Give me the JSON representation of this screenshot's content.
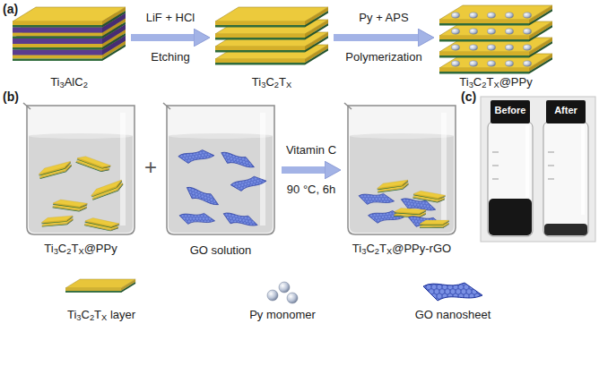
{
  "diagram": {
    "nodes": [
      {
        "text": [
          "Ti3AlC2"
        ]
      },
      {
        "text": [
          "Ti3C2TX"
        ]
      },
      {
        "text": [
          "Ti3C2TX@PPy"
        ]
      },
      {
        "text": [
          "Ti3C2TX@PPy"
        ]
      },
      {
        "text": [
          "GO solution"
        ]
      },
      {
        "text": [
          "Ti3C2TX@PPy-rGO"
        ]
      },
      {
        "text": [
          "Before"
        ]
      },
      {
        "text": [
          "After"
        ]
      }
    ],
    "edges": [
      {
        "from": 0,
        "to": 1,
        "arrow": "to",
        "label": "LiF + HCl"
      },
      {
        "from": 1,
        "to": 2,
        "arrow": "to",
        "label": "Py + APS"
      },
      {
        "from": 4,
        "to": 5,
        "arrow": "to",
        "label": "Vitamin C"
      }
    ],
    "labels": [
      "(a)",
      "Etching",
      "Polymerization",
      "(b)",
      "+",
      "90 °C, 6h",
      "(c)"
    ],
    "legend": [
      {
        "text": "Ti3C2TX layer",
        "color": "#e8c53a"
      },
      {
        "text": "Py monomer"
      },
      {
        "text": "GO nanosheet"
      }
    ]
  }
}
